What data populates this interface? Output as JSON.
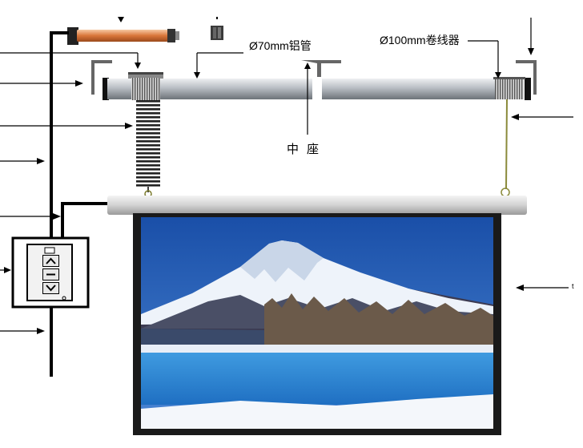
{
  "labels": {
    "pipe": "Ø70mm铝管",
    "winder": "Ø100mm卷线器",
    "center_mount": "中座",
    "small_t": "t"
  },
  "control_box": {
    "buttons": [
      {
        "name": "up",
        "icon": "chevron-up-icon"
      },
      {
        "name": "stop",
        "icon": "minus-icon"
      },
      {
        "name": "down",
        "icon": "chevron-down-icon"
      }
    ]
  },
  "colors": {
    "motor": "#d9763a",
    "sky": "#2a62b8",
    "snow": "#f2f6fb",
    "lake": "#2e8ad6",
    "tube": "#c9cdd2"
  }
}
